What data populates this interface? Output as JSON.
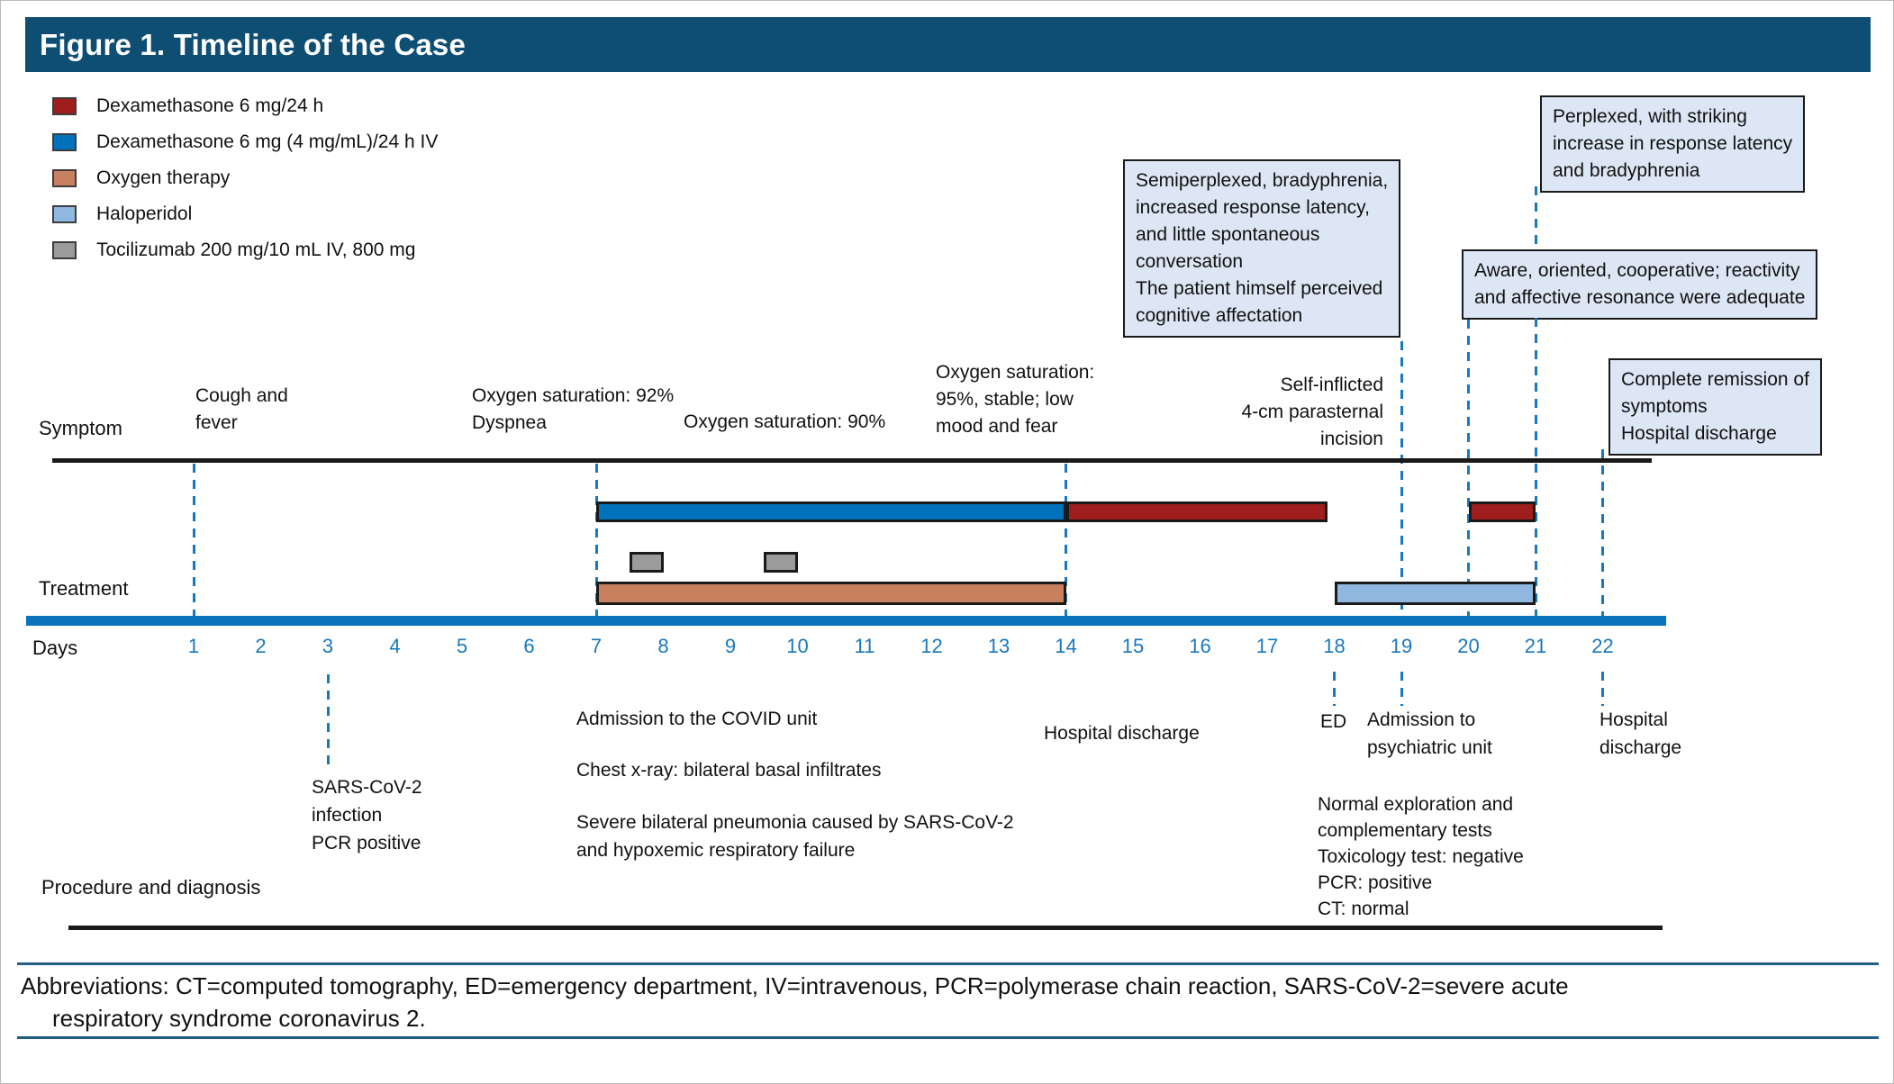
{
  "figure": {
    "title": "Figure 1. Timeline of the Case"
  },
  "legend": {
    "items": [
      {
        "label": "Dexamethasone 6 mg/24 h",
        "color": "#A01D1D"
      },
      {
        "label": "Dexamethasone 6 mg (4 mg/mL)/24 h IV",
        "color": "#0072BC"
      },
      {
        "label": "Oxygen therapy",
        "color": "#C8805F"
      },
      {
        "label": "Haloperidol",
        "color": "#8FB7E0"
      },
      {
        "label": "Tocilizumab 200 mg/10 mL IV, 800 mg",
        "color": "#9B9B9B"
      }
    ]
  },
  "callouts": {
    "semiperplexed": "Semiperplexed, bradyphrenia,\nincreased response latency,\nand little spontaneous\nconversation\nThe patient himself perceived\ncognitive affectation",
    "perplexed": "Perplexed, with striking\nincrease in response latency\nand bradyphrenia",
    "aware": "Aware, oriented, cooperative; reactivity\nand affective resonance were adequate",
    "remission": "Complete remission of\nsymptoms\nHospital discharge"
  },
  "symptom_row": {
    "label": "Symptom",
    "annotations": {
      "cough_fever": "Cough and\nfever",
      "o2_92": "Oxygen saturation: 92%\nDyspnea",
      "o2_90": "Oxygen saturation: 90%",
      "o2_95": "Oxygen saturation:\n95%, stable; low\nmood and fear",
      "self_inflicted": "Self-inflicted\n4-cm parasternal\nincision"
    }
  },
  "treatment_row": {
    "label": "Treatment",
    "bars": [
      {
        "name": "dexamethasone-iv-bar",
        "treatment": "Dexamethasone 6 mg (4 mg/mL)/24 h IV",
        "day_start": 7,
        "day_end": 14,
        "row": "dex",
        "color": "#0072BC"
      },
      {
        "name": "dexamethasone-bar-days-14-18",
        "treatment": "Dexamethasone 6 mg/24 h",
        "day_start": 14,
        "day_end": 17.9,
        "row": "dex",
        "color": "#A01D1D"
      },
      {
        "name": "dexamethasone-bar-days-20-21",
        "treatment": "Dexamethasone 6 mg/24 h",
        "day_start": 20,
        "day_end": 21,
        "row": "dex",
        "color": "#A01D1D"
      },
      {
        "name": "tocilizumab-dose-1",
        "treatment": "Tocilizumab 200 mg/10 mL IV, 800 mg",
        "day_start": 7.5,
        "day_end": 8,
        "row": "toci",
        "color": "#9B9B9B"
      },
      {
        "name": "tocilizumab-dose-2",
        "treatment": "Tocilizumab 200 mg/10 mL IV, 800 mg",
        "day_start": 9.5,
        "day_end": 10,
        "row": "toci",
        "color": "#9B9B9B"
      },
      {
        "name": "oxygen-therapy-bar",
        "treatment": "Oxygen therapy",
        "day_start": 7,
        "day_end": 14,
        "row": "oxy",
        "color": "#C8805F"
      },
      {
        "name": "haloperidol-bar",
        "treatment": "Haloperidol",
        "day_start": 18,
        "day_end": 21,
        "row": "oxy",
        "color": "#8FB7E0"
      }
    ]
  },
  "days_axis": {
    "label": "Days",
    "values": [
      "1",
      "2",
      "3",
      "4",
      "5",
      "6",
      "7",
      "8",
      "9",
      "10",
      "11",
      "12",
      "13",
      "14",
      "15",
      "16",
      "17",
      "18",
      "19",
      "20",
      "21",
      "22"
    ],
    "number_color": "#1878BE",
    "marker_days": [
      1,
      3,
      7,
      14,
      18,
      19,
      20,
      21,
      22
    ]
  },
  "procedure_row": {
    "label": "Procedure and diagnosis",
    "annotations": {
      "sars": "SARS-CoV-2\ninfection\nPCR positive",
      "covid_admission": "Admission to the COVID unit",
      "chest_xray": "Chest x-ray: bilateral basal infiltrates",
      "pneumonia": "Severe bilateral pneumonia caused by SARS-CoV-2\nand hypoxemic respiratory failure",
      "discharge_1": "Hospital discharge",
      "ed": "ED",
      "psych": "Admission to\npsychiatric unit",
      "tests": "Normal exploration and\ncomplementary tests\nToxicology test: negative\nPCR: positive\nCT: normal",
      "discharge_2": "Hospital\ndischarge"
    }
  },
  "footer": {
    "abbreviations": "Abbreviations: CT=computed tomography, ED=emergency department, IV=intravenous, PCR=polymerase chain reaction, SARS-CoV-2=severe acute\nrespiratory syndrome coronavirus 2."
  }
}
